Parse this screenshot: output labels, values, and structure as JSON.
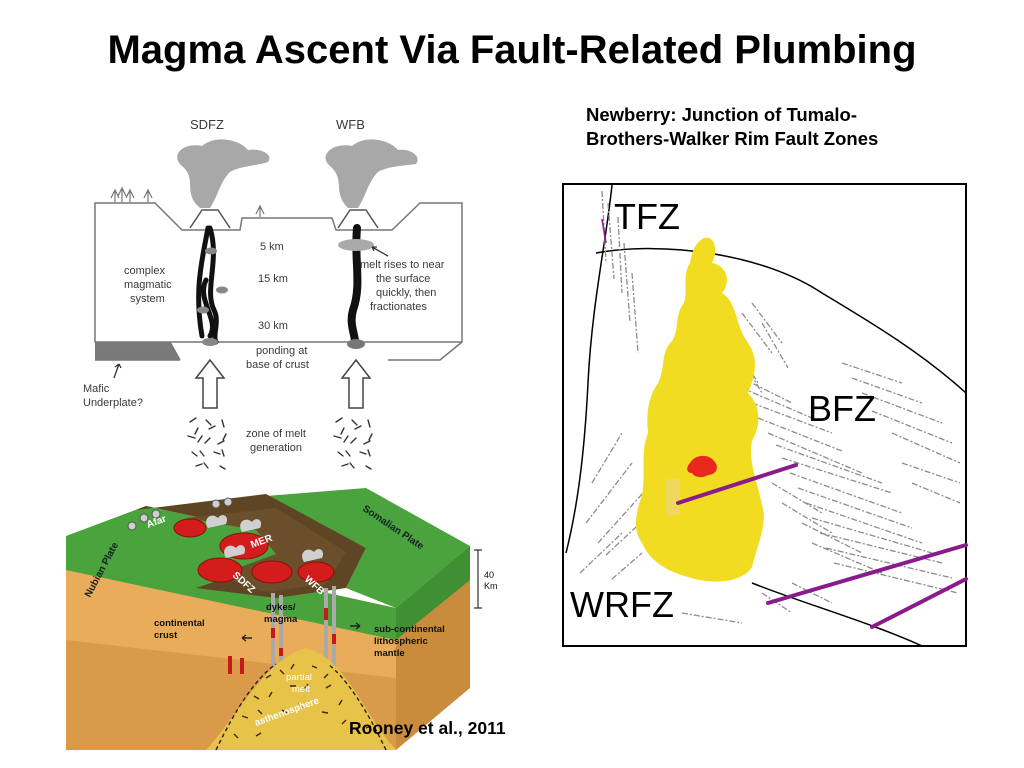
{
  "slide": {
    "title": "Magma Ascent Via Fault-Related Plumbing",
    "subtitle_line1": "Newberry: Junction of Tumalo-",
    "subtitle_line2": "Brothers-Walker Rim Fault Zones",
    "citation": "Rooney et al., 2011"
  },
  "schematic": {
    "left_volcano": "SDFZ",
    "right_volcano": "WFB",
    "depth_5": "5 km",
    "depth_15": "15 km",
    "depth_30": "30 km",
    "left_note": [
      "complex",
      "magmatic",
      "system"
    ],
    "right_note": [
      "melt rises to near",
      "the surface",
      "quickly, then",
      "fractionates"
    ],
    "ponding": [
      "ponding at",
      "base of crust"
    ],
    "underplate": [
      "Mafic",
      "Underplate?"
    ],
    "melt_zone": [
      "zone of melt",
      "generation"
    ]
  },
  "block_diagram": {
    "afar": "Afar",
    "somalian": "Somalian Plate",
    "nubian": "Nubian Plate",
    "mer": "MER",
    "sdfz": "SDFZ",
    "wfb": "WFB",
    "dykes": [
      "dykes/",
      "magma"
    ],
    "crust": [
      "continental",
      "crust"
    ],
    "mantle": [
      "sub-continental",
      "lithospheric",
      "mantle"
    ],
    "partial_melt": [
      "partial",
      "melt"
    ],
    "asthenosphere": "asthenosphere",
    "scale": [
      "40",
      "Km"
    ]
  },
  "map": {
    "tfz": "TFZ",
    "bfz": "BFZ",
    "wrfz": "WRFZ"
  },
  "colors": {
    "lava": "#f2dc22",
    "vent": "#e8281e",
    "fault_purple": "#8b1a8b",
    "plate_green": "#3f9c35",
    "rift_brown": "#5e4524",
    "crust_orange": "#e9ac5a",
    "magma_red": "#d31c1c"
  }
}
